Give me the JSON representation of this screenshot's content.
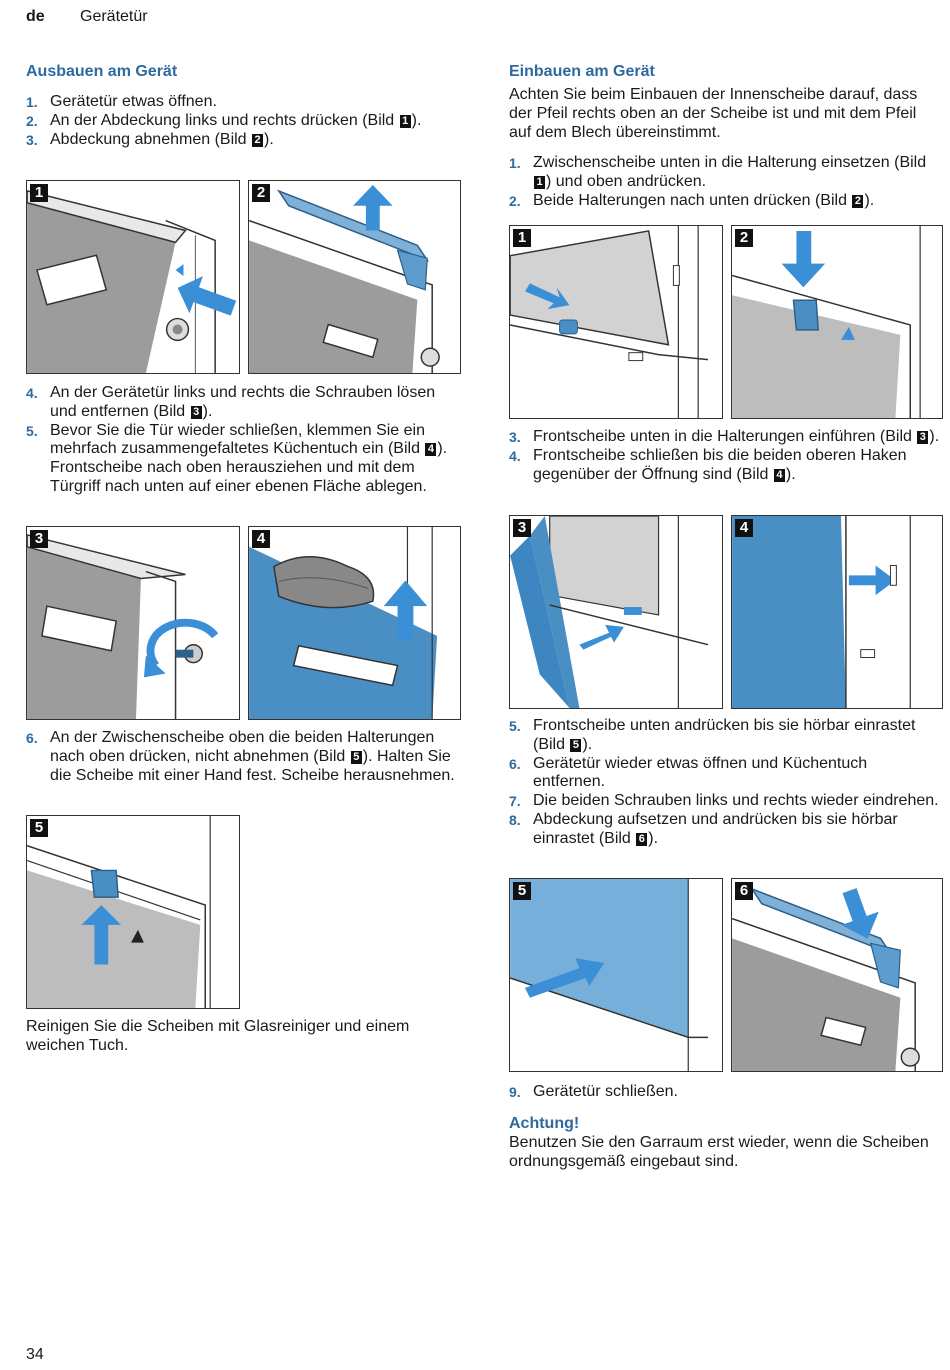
{
  "header": {
    "lang": "de",
    "title": "Gerätetür"
  },
  "left": {
    "heading": "Ausbauen am Gerät",
    "steps_a": [
      {
        "num": "1.",
        "parts": [
          "Gerätetür etwas öffnen."
        ]
      },
      {
        "num": "2.",
        "parts": [
          "An der Abdeckung links und rechts drücken (Bild ",
          "1",
          ")."
        ]
      },
      {
        "num": "3.",
        "parts": [
          "Abdeckung abnehmen (Bild ",
          "2",
          ")."
        ]
      }
    ],
    "steps_b": [
      {
        "num": "4.",
        "parts": [
          "An der Gerätetür links und rechts die Schrauben lösen und entfernen (Bild ",
          "3",
          ")."
        ]
      },
      {
        "num": "5.",
        "parts": [
          "Bevor Sie die Tür wieder schließen, klemmen Sie ein mehrfach zusammengefaltetes Küchentuch ein (Bild ",
          "4",
          ")."
        ],
        "extra": "Frontscheibe nach oben herausziehen und mit dem Türgriff nach unten auf einer ebenen Fläche ablegen."
      }
    ],
    "steps_c": [
      {
        "num": "6.",
        "parts": [
          "An der Zwischenscheibe oben die beiden Halterungen nach oben drücken, nicht abnehmen (Bild ",
          "5",
          "). Halten Sie die Scheibe mit einer Hand fest. Scheibe herausnehmen."
        ]
      }
    ],
    "note": "Reinigen Sie die Scheiben mit Glasreiniger und einem weichen Tuch."
  },
  "right": {
    "heading": "Einbauen am Gerät",
    "intro": "Achten Sie beim Einbauen der Innenscheibe darauf, dass der Pfeil rechts oben an der Scheibe ist und mit dem Pfeil auf dem Blech übereinstimmt.",
    "steps_a": [
      {
        "num": "1.",
        "parts": [
          "Zwischenscheibe unten in die Halterung einsetzen (Bild ",
          "1",
          ") und oben andrücken."
        ]
      },
      {
        "num": "2.",
        "parts": [
          "Beide Halterungen nach unten drücken (Bild ",
          "2",
          ")."
        ]
      }
    ],
    "steps_b": [
      {
        "num": "3.",
        "parts": [
          "Frontscheibe unten in die Halterungen einführen (Bild ",
          "3",
          ")."
        ]
      },
      {
        "num": "4.",
        "parts": [
          "Frontscheibe schließen bis die beiden oberen Haken gegenüber der Öffnung sind (Bild ",
          "4",
          ")."
        ]
      }
    ],
    "steps_c": [
      {
        "num": "5.",
        "parts": [
          "Frontscheibe unten andrücken bis sie hörbar einrastet (Bild ",
          "5",
          ")."
        ]
      },
      {
        "num": "6.",
        "parts": [
          "Gerätetür wieder etwas öffnen und Küchentuch entfernen."
        ]
      },
      {
        "num": "7.",
        "parts": [
          "Die beiden Schrauben links und rechts wieder eindrehen."
        ]
      },
      {
        "num": "8.",
        "parts": [
          "Abdeckung aufsetzen und andrücken bis sie hörbar einrastet (Bild ",
          "6",
          ")."
        ]
      }
    ],
    "steps_d": [
      {
        "num": "9.",
        "parts": [
          "Gerätetür schließen."
        ]
      }
    ],
    "warning_heading": "Achtung!",
    "warning_text": "Benutzen Sie den Garraum erst wieder, wenn die Scheiben ordnungsgemäß eingebaut sind."
  },
  "figures": {
    "left": {
      "f1": "1",
      "f2": "2",
      "f3": "3",
      "f4": "4",
      "f5": "5"
    },
    "right": {
      "f1": "1",
      "f2": "2",
      "f3": "3",
      "f4": "4",
      "f5": "5",
      "f6": "6"
    }
  },
  "colors": {
    "accent": "#2d6a9f",
    "glass_blue": "#4a8fc4",
    "arrow_blue": "#3b8fd6",
    "panel_grey": "#9a9a9a"
  },
  "page": {
    "number": "34"
  }
}
